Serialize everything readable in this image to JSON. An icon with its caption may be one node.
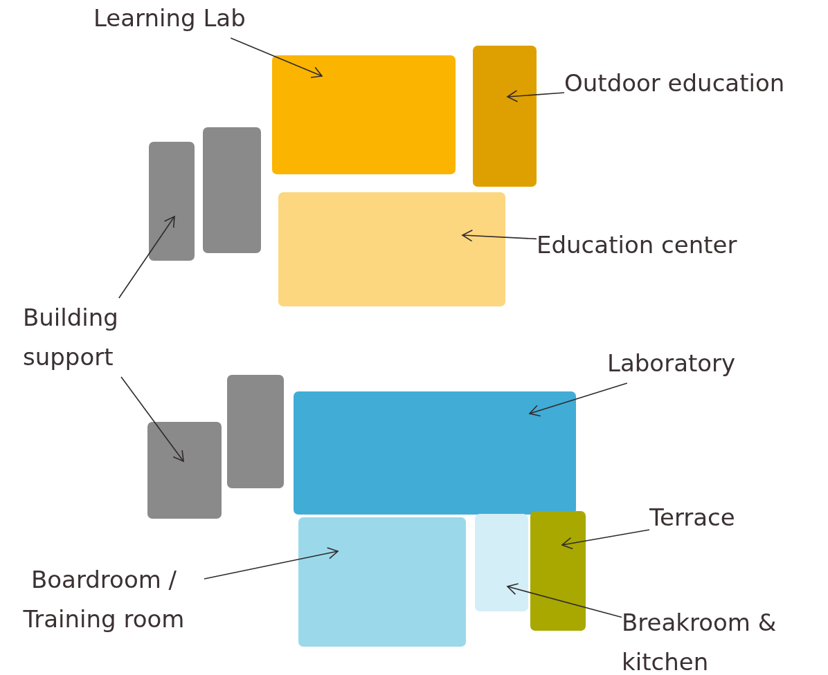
{
  "diagram": {
    "nodes": [
      {
        "text": [
          "Learning Lab"
        ]
      },
      {
        "text": [],
        "shape": "box"
      },
      {
        "text": [],
        "shape": "box"
      },
      {
        "text": [
          "Outdoor education"
        ]
      },
      {
        "text": [],
        "shape": "box"
      },
      {
        "text": [],
        "shape": "box"
      },
      {
        "text": [],
        "shape": "box"
      },
      {
        "text": [
          "Education center"
        ]
      },
      {
        "text": [
          "Building support"
        ]
      },
      {
        "text": [
          "Laboratory"
        ]
      },
      {
        "text": [],
        "shape": "box"
      },
      {
        "text": [],
        "shape": "box"
      },
      {
        "text": [],
        "shape": "box"
      },
      {
        "text": [
          "Terrace"
        ]
      },
      {
        "text": [],
        "shape": "box"
      },
      {
        "text": [],
        "shape": "box"
      },
      {
        "text": [],
        "shape": "box"
      },
      {
        "text": [
          "Boardroom / Training room"
        ]
      },
      {
        "text": [
          "Breakroom & kitchen"
        ]
      }
    ],
    "edges": [
      {
        "from": 0,
        "to": 1,
        "arrow": "to"
      },
      {
        "from": 3,
        "to": 2,
        "arrow": "to"
      },
      {
        "from": 7,
        "to": 6,
        "arrow": "to"
      },
      {
        "from": 8,
        "to": 4,
        "arrow": "to"
      },
      {
        "from": 8,
        "to": 10,
        "arrow": "to"
      },
      {
        "from": 9,
        "to": 12,
        "arrow": "to"
      },
      {
        "from": 13,
        "to": 16,
        "arrow": "to"
      },
      {
        "from": 17,
        "to": 14,
        "arrow": "to"
      },
      {
        "from": 18,
        "to": 15,
        "arrow": "to"
      }
    ]
  }
}
